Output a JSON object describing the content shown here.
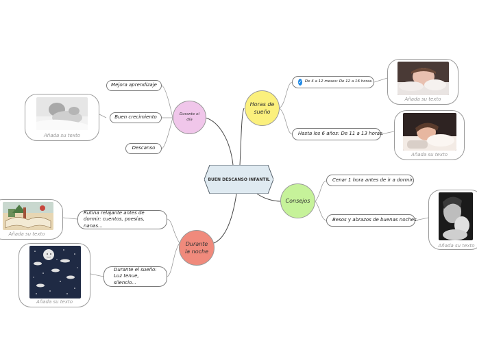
{
  "center": {
    "title": "BUEN DESCANSO INFANTIL"
  },
  "branches": {
    "dia": {
      "label": "Durante el día",
      "color": "#f0c6ea"
    },
    "horas": {
      "label": "Horas de sueño",
      "color": "#fbf07d"
    },
    "consejos": {
      "label": "Consejos",
      "color": "#c6f29a"
    },
    "noche": {
      "label": "Durante la noche",
      "color": "#f08a7c"
    }
  },
  "topics": {
    "aprendizaje": "Mejora aprendizaje",
    "crecimiento": "Buen crecimiento",
    "descanso": "Descanso",
    "bebes": "De 4 a 12 meses: De 12 a 16 horas.",
    "ninos": "Hasta los 6 años: De 11 a 13 horas.",
    "cenar": "Cenar 1 hora antes de ir a dormir.",
    "besos": "Besos y abrazos de buenas noches.",
    "rutina": "Rutina relajante antes de dormir: cuentos, poesías, nanas...",
    "sueno": "Durante el sueño: Luz tenue, silencio..."
  },
  "placeholder": "Añada su texto",
  "icons": {
    "check": "check-circle-icon"
  }
}
